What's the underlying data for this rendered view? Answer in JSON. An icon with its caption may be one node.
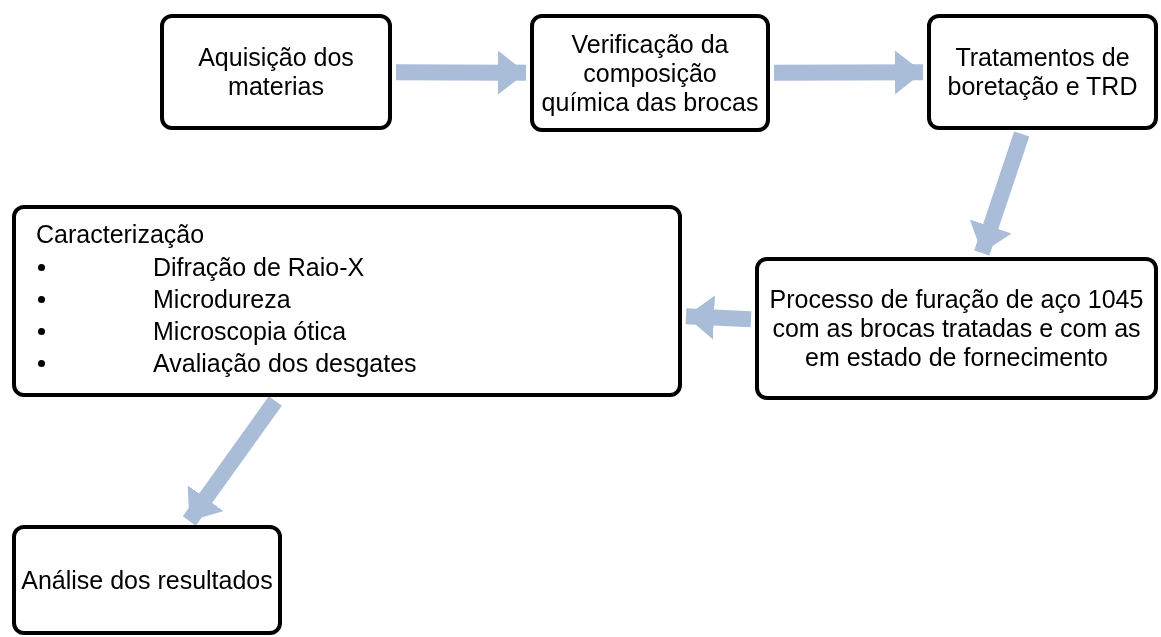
{
  "diagram": {
    "nodes": [
      {
        "text": [
          "Aquisição dos materias"
        ]
      },
      {
        "text": [
          "Verificação da composição química das brocas"
        ]
      },
      {
        "text": [
          "Tratamentos de boretação e TRD"
        ]
      },
      {
        "text": [
          "Processo de furação de aço 1045 com as brocas tratadas e  com as em estado de fornecimento"
        ]
      },
      {
        "text": [
          "Caracterização",
          "Difração de Raio-X",
          "Microdureza",
          "Microscopia ótica",
          "Avaliação dos desgates"
        ]
      },
      {
        "text": [
          "Análise dos resultados"
        ]
      }
    ],
    "edges": [
      {
        "from": 0,
        "to": 1,
        "arrow": "to"
      },
      {
        "from": 1,
        "to": 2,
        "arrow": "to"
      },
      {
        "from": 2,
        "to": 3,
        "arrow": "to"
      },
      {
        "from": 3,
        "to": 4,
        "arrow": "to"
      },
      {
        "from": 4,
        "to": 5,
        "arrow": "to"
      }
    ]
  }
}
